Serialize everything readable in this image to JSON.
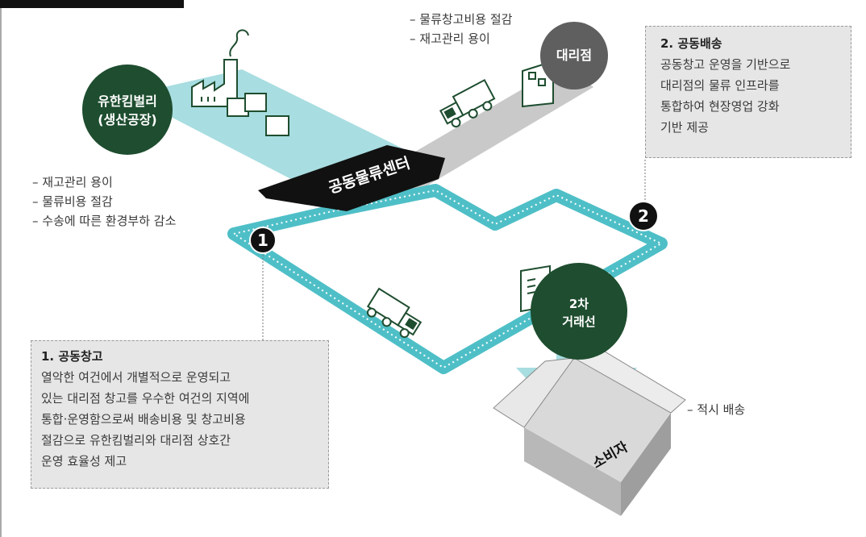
{
  "factory": {
    "line1": "유한킴벌리",
    "line2": "(생산공장)"
  },
  "dealer": {
    "label": "대리점"
  },
  "center": {
    "label": "공동물류센터"
  },
  "secondary": {
    "line1": "2차",
    "line2": "거래선"
  },
  "consumer": {
    "label": "소비자"
  },
  "markers": {
    "one": "1",
    "two": "2"
  },
  "benefits_center": [
    "– 재고관리 용이",
    "– 물류비용 절감",
    "– 수송에 따른 환경부하 감소"
  ],
  "benefits_dealer": [
    "– 물류창고비용 절감",
    "– 재고관리 용이"
  ],
  "benefit_consumer": "– 적시 배송",
  "box1": {
    "title": "1. 공동창고",
    "lines": [
      "열악한 여건에서 개별적으로 운영되고",
      "있는 대리점 창고를 우수한 여건의 지역에",
      "통합·운영함으로써 배송비용 및 창고비용",
      "절감으로 유한킴벌리와 대리점 상호간",
      "운영 효율성 제고"
    ]
  },
  "box2": {
    "title": "2. 공동배송",
    "lines": [
      "공동창고 운영을 기반으로",
      "대리점의 물류 인프라를",
      "통합하여 현장영업 강화",
      "기반 제공"
    ]
  },
  "colors": {
    "green": "#1e4d2f",
    "teal": "#a8dde1",
    "road": "#4fbfc7",
    "gray": "#5f5f5f",
    "black": "#111111",
    "box_fill": "#e6e6e6"
  }
}
